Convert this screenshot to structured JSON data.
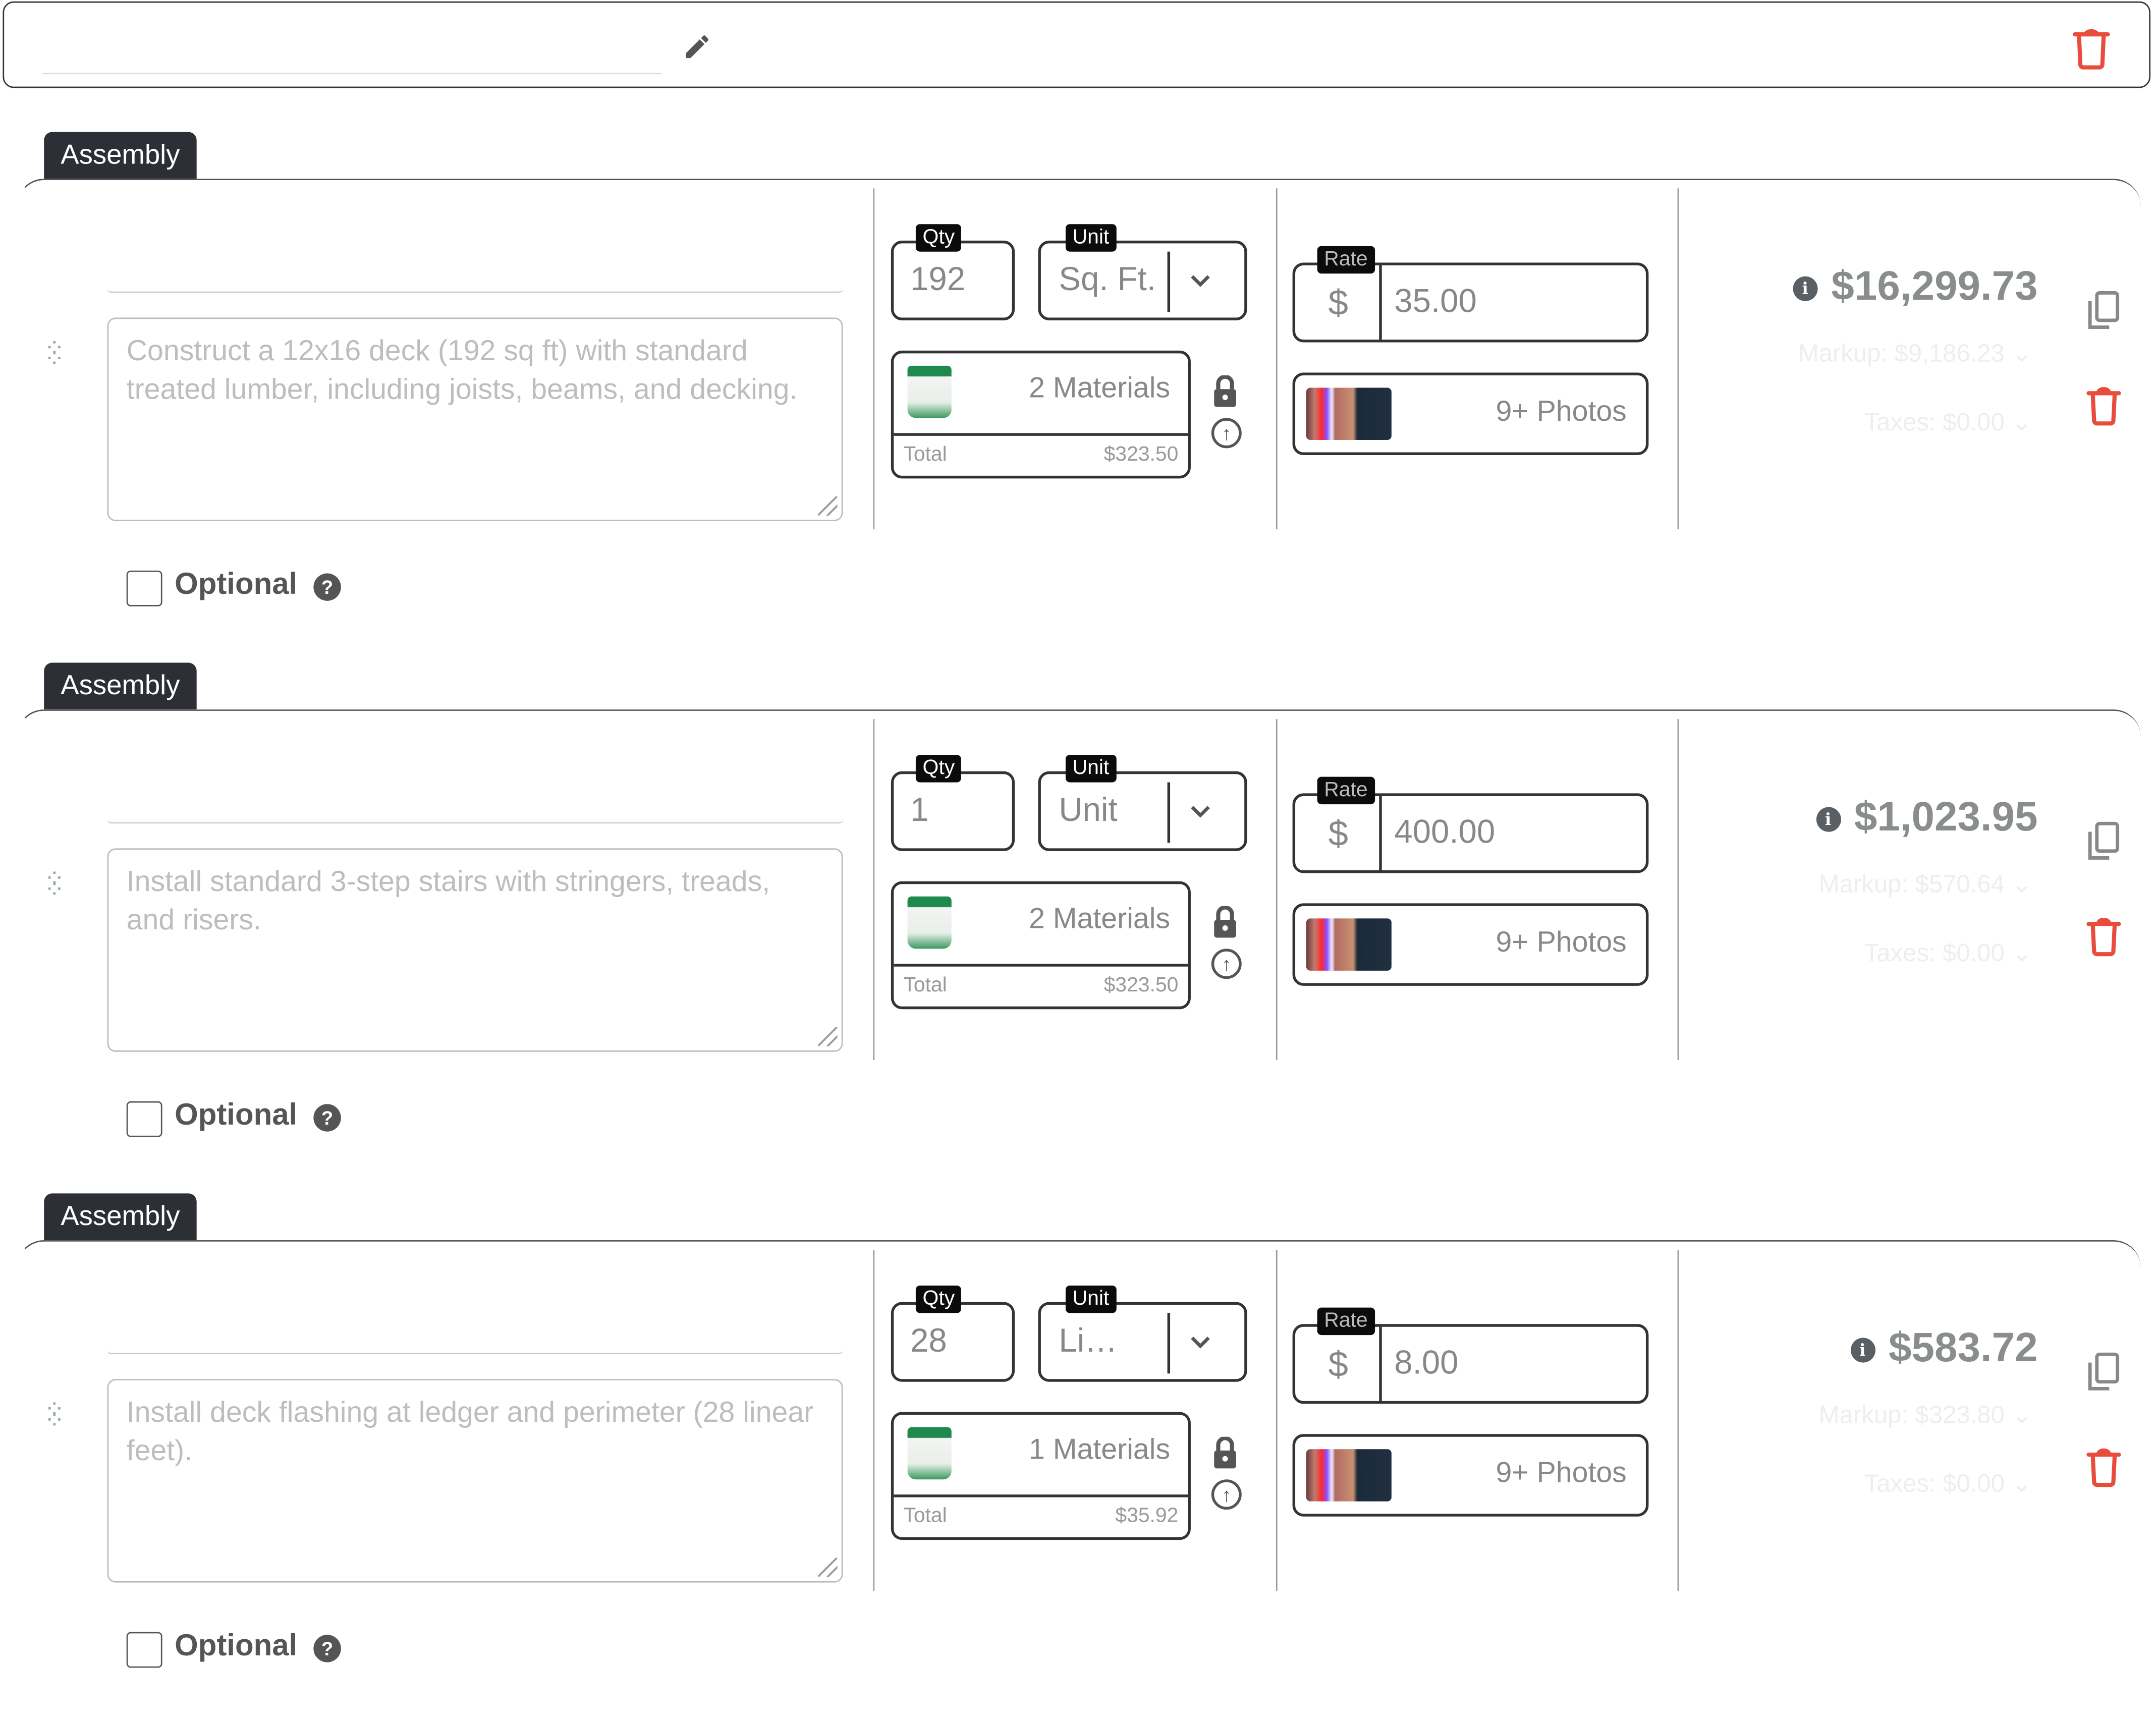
{
  "header": {
    "title_value": "",
    "edit_icon": "pencil-icon",
    "delete_icon": "trash-icon"
  },
  "colors": {
    "danger": "#e74c3c",
    "tab_bg": "#2c2f36"
  },
  "labels": {
    "tab": "Assembly",
    "qty": "Qty",
    "unit": "Unit",
    "rate": "Rate",
    "currency": "$",
    "total": "Total",
    "optional": "Optional",
    "help": "?",
    "info": "i"
  },
  "assemblies": [
    {
      "description": "Construct a 12x16 deck (192 sq ft) with standard treated lumber, including joists, beams, and decking.",
      "qty": "192",
      "unit": "Sq. Ft.",
      "materials": "2 Materials",
      "materials_total": "$323.50",
      "rate": "35.00",
      "photos": "9+ Photos",
      "price": "$16,299.73",
      "markup": "Markup: $9,186.23",
      "taxes": "Taxes: $0.00",
      "optional": false
    },
    {
      "description": "Install standard 3-step stairs with stringers, treads, and risers.",
      "qty": "1",
      "unit": "Unit",
      "materials": "2 Materials",
      "materials_total": "$323.50",
      "rate": "400.00",
      "photos": "9+ Photos",
      "price": "$1,023.95",
      "markup": "Markup: $570.64",
      "taxes": "Taxes: $0.00",
      "optional": false
    },
    {
      "description": "Install deck flashing at ledger and perimeter (28 linear feet).",
      "qty": "28",
      "unit": "Li…",
      "materials": "1 Materials",
      "materials_total": "$35.92",
      "rate": "8.00",
      "photos": "9+ Photos",
      "price": "$583.72",
      "markup": "Markup: $323.80",
      "taxes": "Taxes: $0.00",
      "optional": false
    }
  ]
}
